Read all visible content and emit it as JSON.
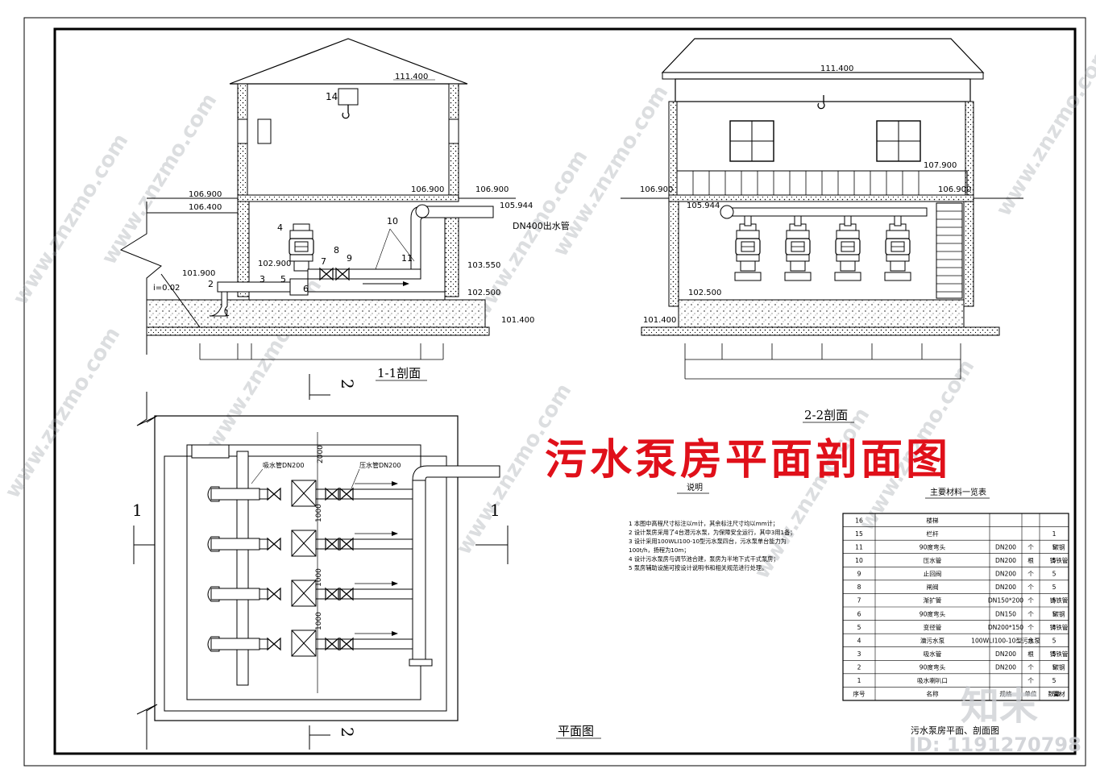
{
  "main_title": "污水泵房平面剖面图",
  "sections": {
    "s11": "1-1剖面",
    "s22": "2-2剖面",
    "plan": "平面图",
    "notes_header": "说明",
    "materials_header": "主要材料一览表",
    "sheet_caption": "污水泵房平面、剖面图"
  },
  "elevations": [
    "111.400",
    "106.900",
    "106.400",
    "101.900",
    "102.900",
    "106.900",
    "106.900",
    "105.944",
    "103.550",
    "102.500",
    "101.400",
    "111.400",
    "107.900",
    "106.900",
    "105.944",
    "106.900",
    "102.500",
    "101.400"
  ],
  "slope": "i=0.02",
  "outlet_pipe": "DN400出水管",
  "plan_labels": {
    "suction": "吸水管DN200",
    "discharge": "压水管DN200",
    "dim_2000": "2000",
    "dim_1000a": "1000",
    "dim_1000b": "1000",
    "dim_1000c": "1000",
    "cut_1_left": "1",
    "cut_1_right": "1",
    "cut_2_top": "2",
    "cut_2_bottom": "2"
  },
  "callouts": [
    "14",
    "4",
    "2",
    "3",
    "5",
    "6",
    "7",
    "8",
    "9",
    "10",
    "11",
    "1"
  ],
  "notes": [
    "1 本图中高程尺寸标注以m计，其余标注尺寸均以mm计；",
    "2 设计泵房采用了4台潜污水泵，为保障安全运行，其中3用1备；",
    "3 设计采用100WLI100-10型污水泵四台，污水泵单台能力为",
    "   100t/h，扬程为10m；",
    "4 设计污水泵房与调节池合建，泵房为半地下式干式泵房；",
    "5 泵房辅助设施可按设计说明书和相关规范进行处理。"
  ],
  "materials": {
    "header": [
      "序号",
      "名称",
      "规格",
      "单位",
      "数量",
      "管材"
    ],
    "rows": [
      [
        "16",
        "楼梯",
        "",
        "",
        "",
        ""
      ],
      [
        "15",
        "栏杆",
        "",
        "",
        "1",
        ""
      ],
      [
        "11",
        "90度弯头",
        "DN200",
        "个",
        "5",
        "碳钢"
      ],
      [
        "10",
        "压水管",
        "DN200",
        "根",
        "5",
        "铸铁管"
      ],
      [
        "9",
        "止回阀",
        "DN200",
        "个",
        "5",
        ""
      ],
      [
        "8",
        "闸阀",
        "DN200",
        "个",
        "5",
        ""
      ],
      [
        "7",
        "渐扩管",
        "DN150*200",
        "个",
        "5",
        "铸铁管"
      ],
      [
        "6",
        "90度弯头",
        "DN150",
        "个",
        "5",
        "碳钢"
      ],
      [
        "5",
        "变径管",
        "DN200*150",
        "个",
        "4",
        "铸铁管"
      ],
      [
        "4",
        "潜污水泵",
        "100WLI100-10型污水泵",
        "台",
        "5",
        ""
      ],
      [
        "3",
        "吸水管",
        "DN200",
        "根",
        "5",
        "铸铁管"
      ],
      [
        "2",
        "90度弯头",
        "DN200",
        "个",
        "5",
        "碳钢"
      ],
      [
        "1",
        "吸水喇叭口",
        "",
        "个",
        "5",
        ""
      ]
    ]
  },
  "watermarks": {
    "site": "www.znzmo.com",
    "logo": "知末",
    "id": "ID: 1191270798"
  },
  "colors": {
    "title": "#e0101a",
    "line": "#000000"
  }
}
